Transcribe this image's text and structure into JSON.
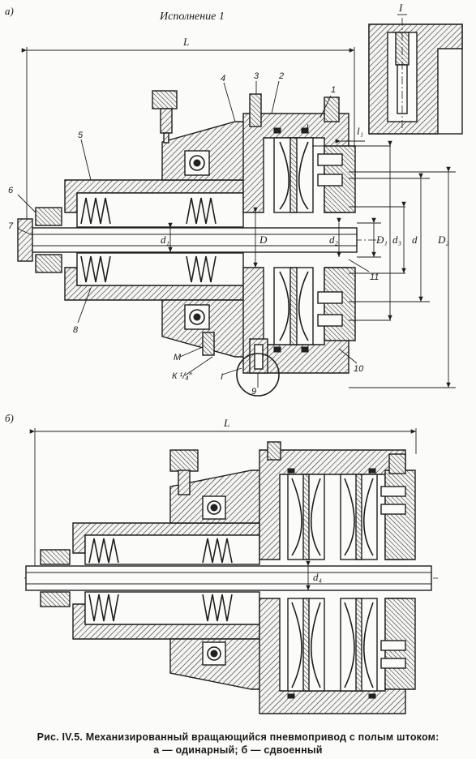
{
  "figure": {
    "view_a": {
      "label": "а)",
      "version_title": "Исполнение 1",
      "detail_label": "I",
      "dimensions": {
        "L": "L",
        "l": "l",
        "l1": "l₁",
        "D": "D",
        "D1": "D₁",
        "D2": "D₂",
        "d": "d",
        "d1": "d₁",
        "d2": "d₂",
        "d3": "d₃"
      },
      "callouts": [
        "1",
        "2",
        "3",
        "4",
        "5",
        "6",
        "7",
        "8",
        "9",
        "10",
        "11"
      ],
      "thread_labels": {
        "M": "М",
        "K": "К ¹/₄″"
      },
      "section_label": "I"
    },
    "view_b": {
      "label": "б)",
      "dimensions": {
        "L": "L",
        "d4": "d₄"
      }
    },
    "caption": {
      "line1": "Рис. IV.5. Механизированный вращающийся пневмопривод с полым штоком:",
      "line2": "а — одинарный; б — сдвоенный"
    }
  }
}
